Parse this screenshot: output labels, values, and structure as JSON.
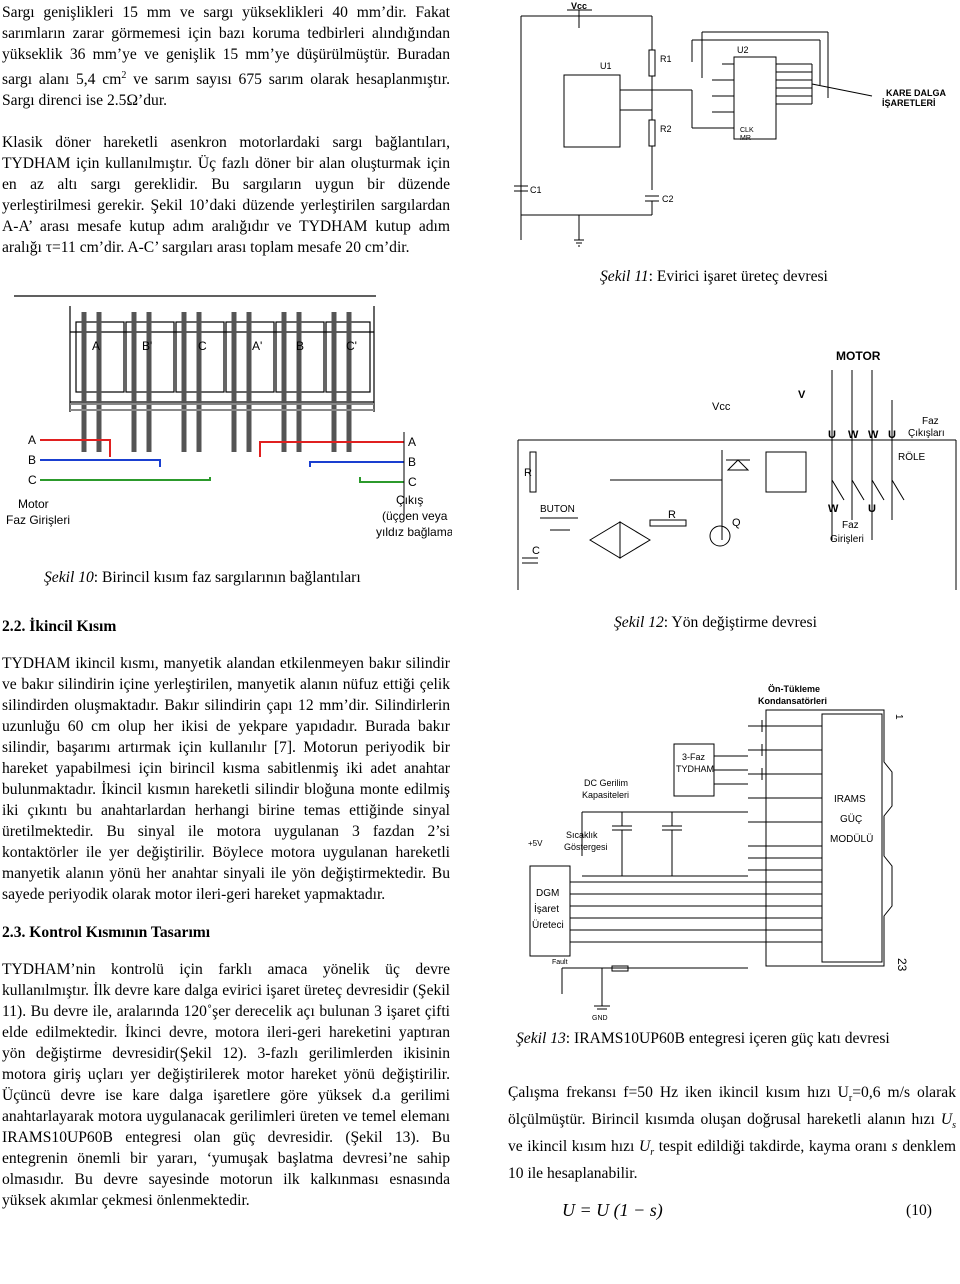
{
  "left": {
    "para1_a": "Sargı genişlikleri 15 mm ve sargı yükseklikleri 40 mm’dir. Fakat sarımların zarar görmemesi için bazı koruma tedbirleri alındığından yükseklik 36 mm’ye ve genişlik 15 mm’ye düşürülmüştür. Buradan sargı alanı 5,4 cm",
    "para1_sup": "2",
    "para1_b": " ve sarım sayısı 675 sarım olarak hesaplanmıştır. Sargı direnci ise 2.5Ω’dur.",
    "para2": "Klasik döner hareketli asenkron motorlardaki sargı bağlantıları, TYDHAM için kullanılmıştır. Üç fazlı döner bir alan oluşturmak için en az altı sargı gereklidir. Bu sargıların uygun bir düzende yerleştirilmesi gerekir. Şekil 10’daki düzende yerleştirilen sargılardan A-A’ arası mesafe kutup adım aralığıdır ve TYDHAM kutup adım aralığı τ=11 cm’dir. A-C’ sargıları arası toplam mesafe 20 cm’dir.",
    "fig10_caption_prefix": "Şekil 10",
    "fig10_caption_text": ": Birincil kısım faz sargılarının bağlantıları",
    "heading_22": "2.2. İkincil Kısım",
    "para3": "TYDHAM ikincil kısmı, manyetik alandan etkilenmeyen bakır silindir ve bakır silindirin içine yerleştirilen, manyetik alanın nüfuz ettiği çelik silindirden oluşmaktadır. Bakır silindirin çapı 12 mm’dir. Silindirlerin uzunluğu 60 cm olup her ikisi de yekpare yapıdadır. Burada bakır silindir, başarımı artırmak için kullanılır [7]. Motorun periyodik bir hareket yapabilmesi için birincil kısma sabitlenmiş iki adet anahtar bulunmaktadır. İkincil kısmın hareketli silindir bloğuna monte edilmiş iki çıkıntı bu anahtarlardan herhangi birine temas ettiğinde sinyal üretilmektedir. Bu sinyal ile motora uygulanan 3 fazdan 2’si kontaktörler ile yer değiştirilir. Böylece motora uygulanan hareketli manyetik alanın yönü her anahtar sinyali ile yön değiştirmektedir. Bu sayede periyodik olarak motor ileri-geri hareket yapmaktadır.",
    "heading_23": "2.3. Kontrol Kısmının Tasarımı",
    "para4": "TYDHAM’nin kontrolü için farklı amaca yönelik üç devre kullanılmıştır. İlk devre kare dalga evirici işaret üreteç devresidir (Şekil 11). Bu devre ile, aralarında 120˚şer derecelik açı bulunan 3 işaret çifti elde edilmektedir. İkinci devre, motora ileri-geri hareketini yaptıran yön değiştirme devresidir(Şekil 12). 3-fazlı gerilimlerden ikisinin motora giriş uçları yer değiştirilerek motor hareket yönü değiştirilir. Üçüncü devre ise kare dalga işaretlere göre yüksek d.a gerilimi anahtarlayarak motora uygulanacak gerilimleri üreten ve temel elemanı IRAMS10UP60B entegresi olan güç devresidir. (Şekil 13). Bu entegrenin önemli bir yararı, ‘yumuşak başlatma devresi’ne sahip olmasıdır. Bu devre sayesinde motorun ilk kalkınması esnasında yüksek akımlar çekmesi önlenmektedir."
  },
  "right": {
    "fig11_caption_prefix": "Şekil 11",
    "fig11_caption_text": ": Evirici işaret üreteç devresi",
    "fig12_caption_prefix": "Şekil 12",
    "fig12_caption_text": ": Yön değiştirme devresi",
    "fig13_caption_prefix": "Şekil 13",
    "fig13_caption_text": ": IRAMS10UP60B entegresi içeren güç katı devresi",
    "para5_a": "Çalışma frekansı f=50 Hz iken ikincil kısım hızı U",
    "para5_sub_r": "r",
    "para5_b": "=0,6 m/s olarak ölçülmüştür. Birincil kısımda oluşan doğrusal hareketli alanın hızı ",
    "para5_Us": "U",
    "para5_sub_s": "s",
    "para5_c": " ve ikincil kısım hızı ",
    "para5_Ur": "U",
    "para5_sub_r2": "r",
    "para5_d": " tespit edildiği takdirde, kayma oranı ",
    "para5_s": "s",
    "para5_e": " denklem 10 ile hesaplanabilir.",
    "equation": "U  = U  (1 − s)",
    "equation_number": "(10)"
  },
  "fig10": {
    "coil_labels": [
      "A",
      "B'",
      "C",
      "A'",
      "B",
      "C'"
    ],
    "left_phases": [
      "A",
      "B",
      "C"
    ],
    "right_phases": [
      "A",
      "B",
      "C"
    ],
    "left_label_1": "Motor",
    "left_label_2": "Faz Girişleri",
    "right_label_1": "Çıkış",
    "right_label_2": "(üçgen veya",
    "right_label_3": "yıldız bağlama)",
    "phase_colors": [
      "#e02020",
      "#1a3fd0",
      "#2c9a2c"
    ]
  },
  "fig11": {
    "vcc": "Vcc",
    "u1": "U1",
    "u2": "U2",
    "r1": "R1",
    "r2": "R2",
    "c1": "C1",
    "c2": "C2",
    "clk": "CLK",
    "mr": "MR",
    "kare_1": "KARE DALGA",
    "kare_2": "İŞARETLERİ"
  },
  "fig12": {
    "motor": "MOTOR",
    "v": "V",
    "vcc": "Vcc",
    "phases": [
      "U",
      "W",
      "W",
      "U"
    ],
    "faz_cikis_1": "Faz",
    "faz_cikis_2": "Çıkışları",
    "role": "RÖLE",
    "r": "R",
    "buton": "BUTON",
    "r2": "R",
    "q": "Q",
    "c": "C",
    "w": "W",
    "u": "U",
    "faz_giris_1": "Faz",
    "faz_giris_2": "Girişleri"
  },
  "fig13": {
    "on_tukleme_1": "Ön-Tükleme",
    "on_tukleme_2": "Kondansatörleri",
    "tydham_1": "3-Faz",
    "tydham_2": "TYDHAM",
    "dc_1": "DC Gerilim",
    "dc_2": "Kapasiteleri",
    "irams_1": "IRAMS",
    "irams_2": "GÜÇ",
    "irams_3": "MODÜLÜ",
    "dgm_1": "DGM",
    "dgm_2": "İşaret",
    "dgm_3": "Üreteci",
    "sicaklik_1": "Sıcaklık",
    "sicaklik_2": "Göstergesi",
    "plus5v": "+5V",
    "gnd": "GND",
    "fault": "Fault",
    "page_num": "23",
    "pin1": "1"
  }
}
